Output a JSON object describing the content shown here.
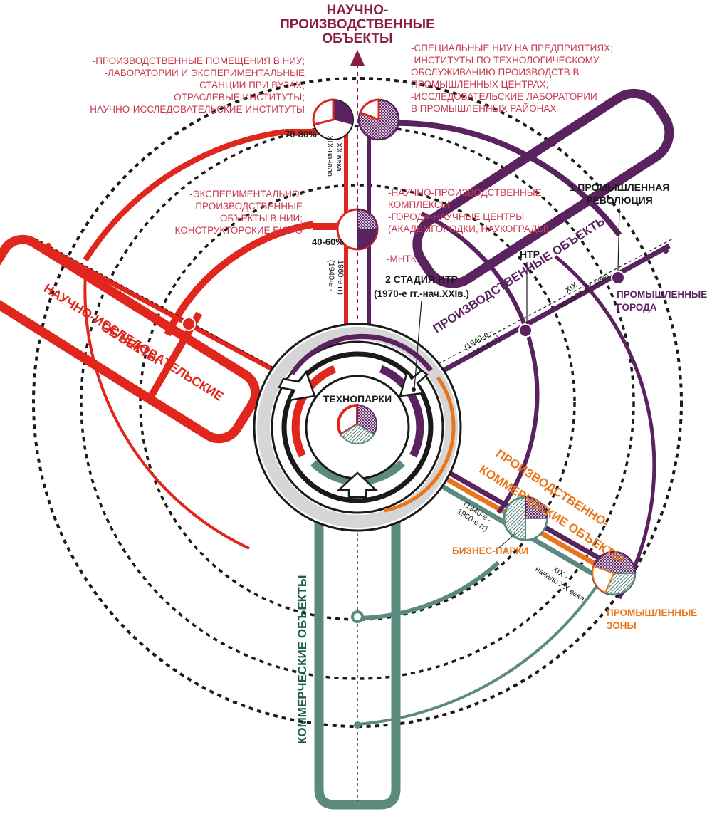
{
  "colors": {
    "red": "#e0261d",
    "purple": "#5a2360",
    "orange": "#e8761d",
    "teal": "#5b8a7e",
    "crimson": "#8b1e40",
    "black": "#1a1a1a",
    "gray": "#d6d6d6"
  },
  "top_title": [
    "НАУЧНО-",
    "ПРОИЗВОДСТВЕННЫЕ",
    "ОБЪЕКТЫ"
  ],
  "center_label": "ТЕХНОПАРКИ",
  "top_left_list": [
    "-ПРОИЗВОДСТВЕННЫЕ ПОМЕЩЕНИЯ В НИУ;",
    "-ЛАБОРАТОРИИ И ЭКСПЕРИМЕНТАЛЬНЫЕ",
    "СТАНЦИИ ПРИ ВУЗАХ;",
    "-ОТРАСЛЕВЫЕ ИНСТИТУТЫ;",
    "-НАУЧНО-ИССЛЕДОВАТЕЛЬСКИЕ ИНСТИТУТЫ"
  ],
  "top_right_list": [
    "-СПЕЦИАЛЬНЫЕ НИУ НА ПРЕДПРИЯТИЯХ;",
    "-ИНСТИТУТЫ ПО ТЕХНОЛОГИЧЕСКОМУ",
    "ОБСЛУЖИВАНИЮ ПРОИЗВОДСТВ В",
    "ПРОМЫШЛЕННЫХ ЦЕНТРАХ;",
    "-ИССЛЕДОВАТЕЛЬСКИЕ ЛАБОРАТОРИИ",
    "В ПРОМЫШЛЕННЫХ РАЙОНАХ"
  ],
  "mid_left_list": [
    "-ЭКСПЕРИМЕНТАЛЬНО-",
    "ПРОИЗВОДСТВЕННЫЕ",
    "ОБЪЕКТЫ В НИИ;",
    "-КОНСТРУКТОРСКИЕ БЮРО"
  ],
  "mid_right_list": [
    "-НАУЧНО-ПРОИЗВОДСТВЕННЫЕ",
    "КОМПЛЕКСЫ;",
    "-ГОРОДА-НАУЧНЫЕ ЦЕНТРЫ",
    "(АКАДЕМГОРОДКИ, НАУКОГРАДЫ)"
  ],
  "mntk": "-МНТК",
  "pct_top": "70-80%",
  "pct_mid": "40-60%",
  "vert_era_top": [
    "XIX-начало",
    "XX века"
  ],
  "vert_era_mid": [
    "(1940-е -",
    "1960-е гг)"
  ],
  "stage2": [
    "2 СТАДИЯ НТР",
    "(1970-е гг.-нач.XXIв.)"
  ],
  "ntr": "НТР",
  "revolution": [
    "1 ПРОМЫШЛЕННАЯ",
    "РЕВОЛЮЦИЯ"
  ],
  "industrial_arm": "ПРОИЗВОДСТВЕННЫЕ ОБЪЕКТЫ",
  "research_arm": [
    "НАУЧНО-ИССЛЕДОВАТЕЛЬСКИЕ",
    "ОБЪЕКТЫ"
  ],
  "commercial_arm": "КОММЕРЧЕСКИЕ ОБЪЕКТЫ",
  "prod_comm_arm": [
    "ПРОИЗВОДСТВЕННО-",
    "КОММЕРЧЕСКИЕ ОБЪЕКТЫ"
  ],
  "ind_cities": [
    "ПРОМЫШЛЕННЫЕ",
    "ГОРОДА"
  ],
  "ind_era_outer": [
    "XIX -",
    "начало XX века"
  ],
  "ind_era_inner": [
    "(1940-е -",
    "1960-е гг)"
  ],
  "business_parks": "БИЗНЕС-ПАРКИ",
  "pc_era_inner": [
    "(1940-е -",
    "1960-е гг)"
  ],
  "pc_era_outer": [
    "XIX -",
    "начало XX века"
  ],
  "ind_zones": [
    "ПРОМЫШЛЕННЫЕ",
    "ЗОНЫ"
  ]
}
